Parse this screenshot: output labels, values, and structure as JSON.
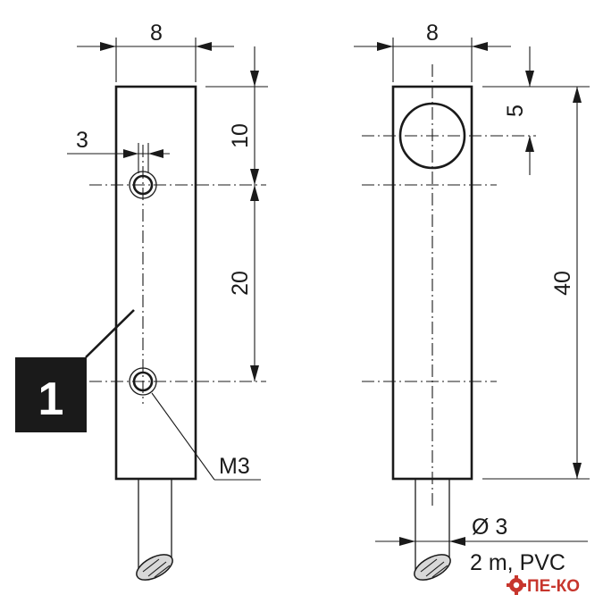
{
  "left_view": {
    "width_dim": "8",
    "top_offset_dim": "10",
    "hole_spacing_dim": "20",
    "hole_width_dim": "3",
    "thread_label": "M3",
    "callout_number": "1"
  },
  "right_view": {
    "width_dim": "8",
    "top_offset_dim": "5",
    "length_dim": "40",
    "cable_diameter": "Ø 3",
    "cable_spec": "2 m, PVC"
  },
  "watermark": {
    "text": "ПЕ-КО",
    "color": "#c7362d"
  },
  "colors": {
    "line": "#1a1a1a",
    "background": "#ffffff",
    "callout_box": "#1a1a1a"
  }
}
